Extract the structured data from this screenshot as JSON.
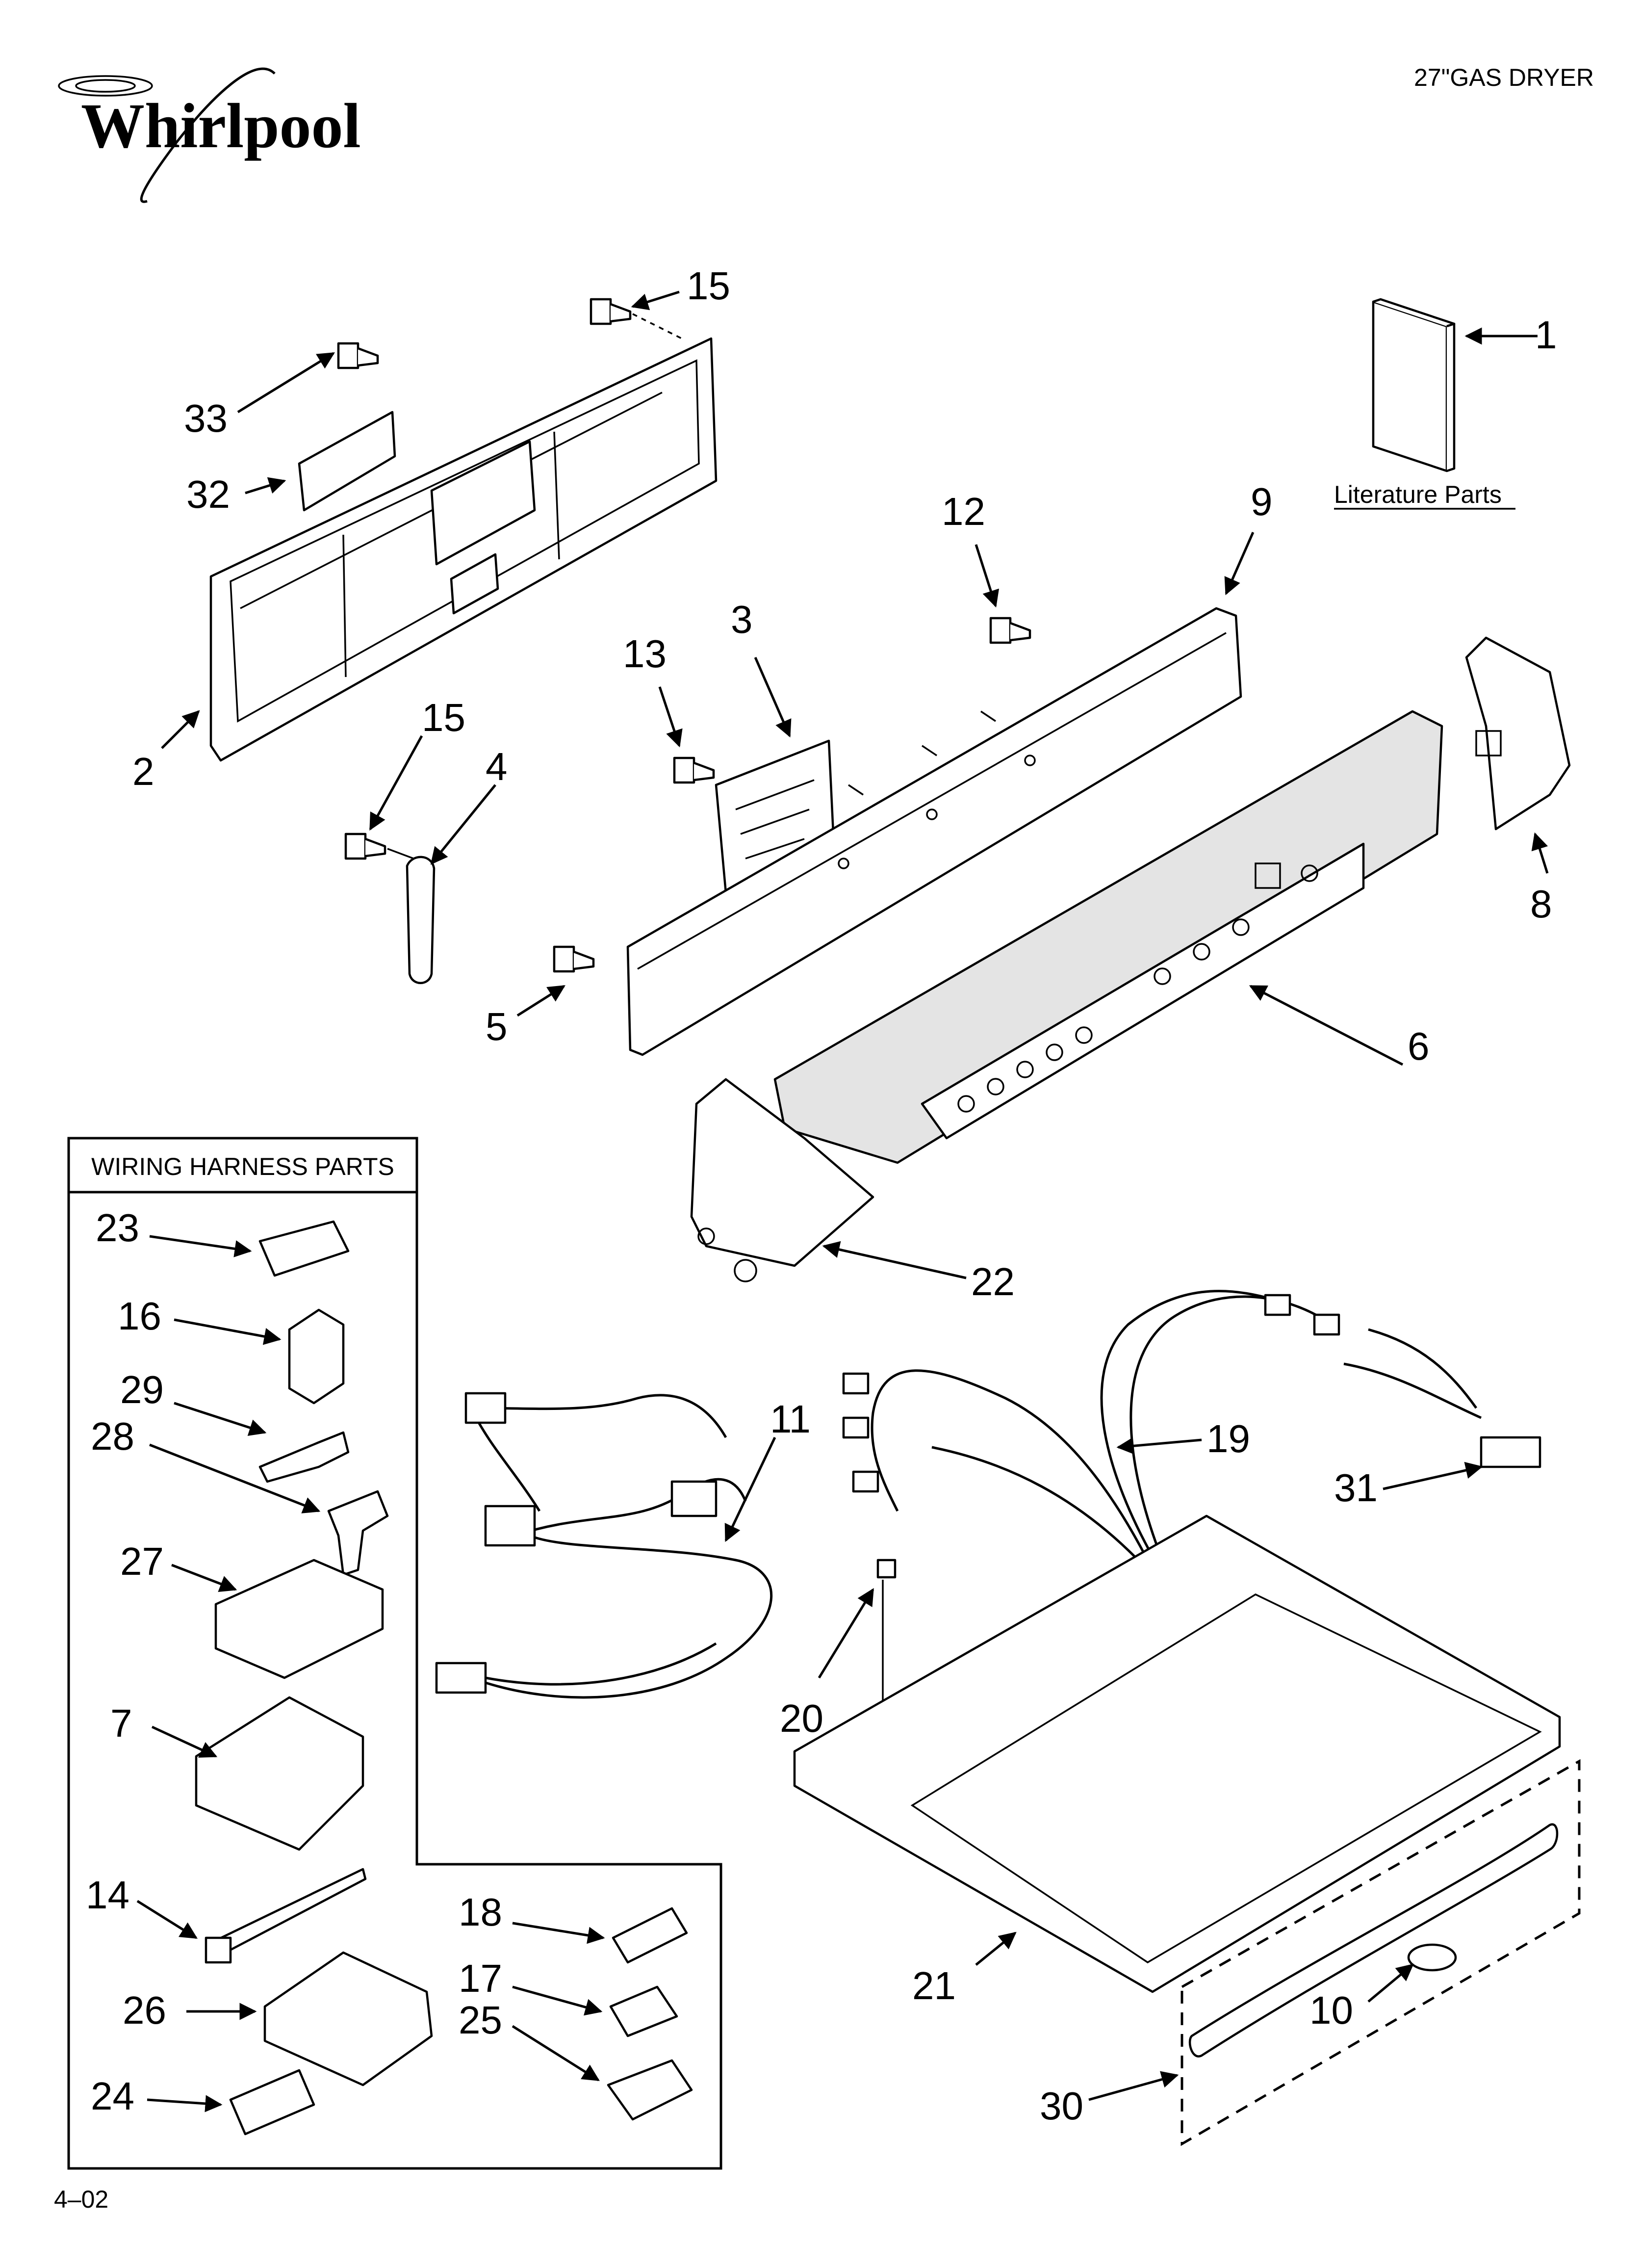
{
  "header": {
    "brand": "Whirlpool",
    "model": "27\"GAS DRYER"
  },
  "literature_label": "Literature Parts",
  "wiring_box_title": "WIRING HARNESS PARTS",
  "footer": {
    "date_code": "4–02"
  },
  "callouts": {
    "c1": "1",
    "c2": "2",
    "c3": "3",
    "c4": "4",
    "c5": "5",
    "c6": "6",
    "c7": "7",
    "c8": "8",
    "c9": "9",
    "c10": "10",
    "c11": "11",
    "c12": "12",
    "c13": "13",
    "c14": "14",
    "c15a": "15",
    "c15b": "15",
    "c16": "16",
    "c17": "17",
    "c18": "18",
    "c19": "19",
    "c20": "20",
    "c21": "21",
    "c22": "22",
    "c23": "23",
    "c24": "24",
    "c25": "25",
    "c26": "26",
    "c27": "27",
    "c28": "28",
    "c29": "29",
    "c30": "30",
    "c31": "31",
    "c32": "32",
    "c33": "33"
  }
}
